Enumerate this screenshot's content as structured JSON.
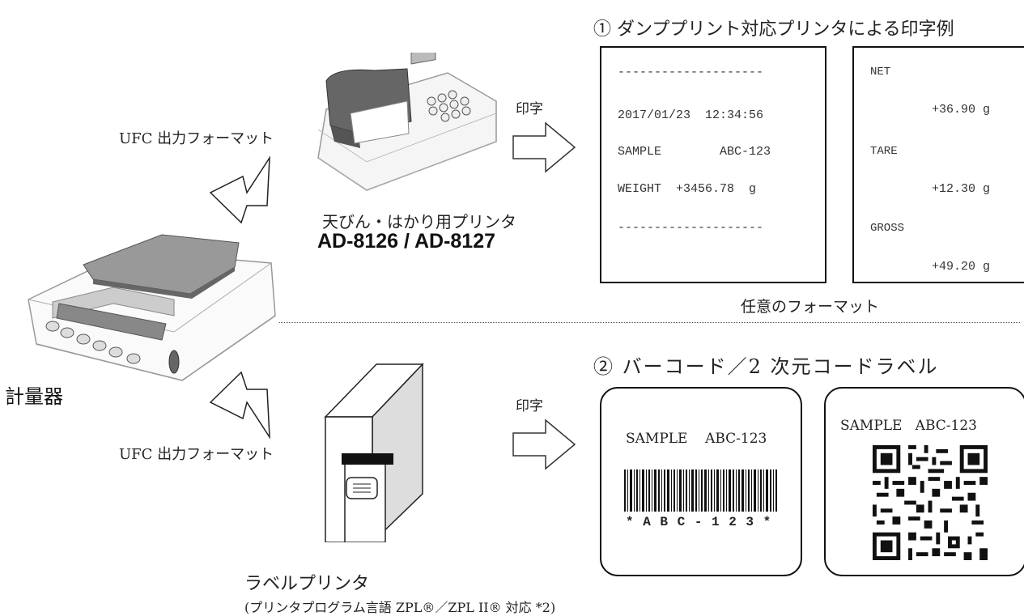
{
  "top": {
    "section_title": "① ダンププリント対応プリンタによる印字例",
    "format_label": "UFC 出力フォーマット",
    "print_label": "印字",
    "printer_name": "天びん・はかり用プリンタ",
    "printer_model": "AD-8126 / AD-8127",
    "caption": "任意のフォーマット",
    "receipt1": {
      "dash": "--------------------",
      "datetime": "2017/01/23  12:34:56",
      "sample": "SAMPLE        ABC-123",
      "weight": "WEIGHT  +3456.78  g",
      "dash_end": "--------------------"
    },
    "receipt2": {
      "net_label": "NET",
      "net_value": "+36.90 g",
      "tare_label": "TARE",
      "tare_value": "+12.30 g",
      "gross_label": "GROSS",
      "gross_value": "+49.20 g"
    }
  },
  "scale": {
    "label": "計量器"
  },
  "bottom": {
    "section_title": "②  バーコード／2 次元コードラベル",
    "format_label": "UFC 出力フォーマット",
    "print_label": "印字",
    "printer_name": "ラベルプリンタ",
    "printer_note": "(プリンタプログラム言語 ZPL®／ZPL II® 対応 *2)",
    "label1": {
      "text": "SAMPLE    ABC-123",
      "barcode_text": "* A B C - 1 2 3 *"
    },
    "label2": {
      "text": "SAMPLE   ABC-123"
    }
  }
}
